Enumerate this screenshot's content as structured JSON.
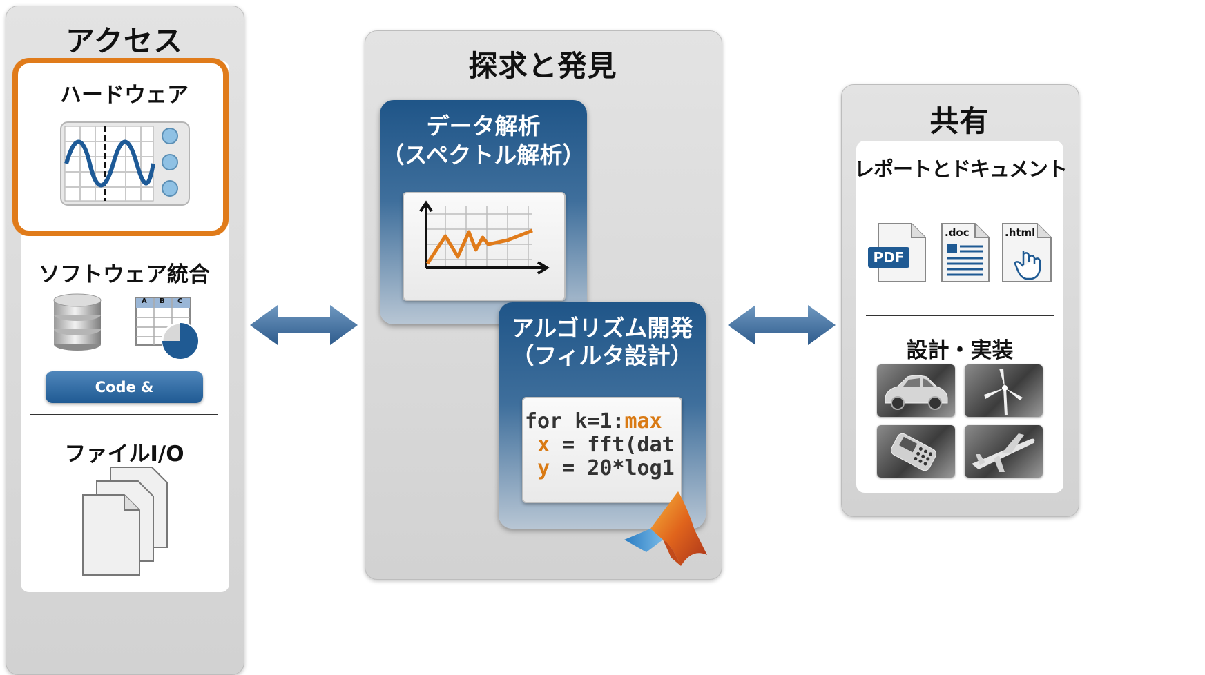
{
  "access": {
    "title": "アクセス",
    "hardware": "ハードウェア",
    "software": "ソフトウェア統合",
    "table_headers": [
      "A",
      "B",
      "C"
    ],
    "code_button": "Code & Applications",
    "file_io": "ファイルI/O"
  },
  "explore": {
    "title": "探求と発見",
    "data_analysis": [
      "データ解析",
      "（スペクトル解析）"
    ],
    "algorithm": [
      "アルゴリズム開発",
      "（フィルタ設計）"
    ],
    "code_lines": [
      {
        "pre": "for k=1:",
        "kw": "max",
        "post": ""
      },
      {
        "pre": " ",
        "kw": "x",
        "post": " = fft(dat"
      },
      {
        "pre": " ",
        "kw": "y",
        "post": " = 20*log1"
      }
    ]
  },
  "share": {
    "title": "共有",
    "reports": "レポートとドキュメント",
    "files": [
      ".doc",
      ".html"
    ],
    "pdf_label": "PDF",
    "design": "設計・実装",
    "thumbs": [
      "car-icon",
      "wind-turbine-icon",
      "mobile-phone-icon",
      "airplane-icon"
    ]
  },
  "colors": {
    "accent_orange": "#e07b1a",
    "arrow_blue": "#3f6c9a",
    "box_blue": "#1f5588"
  }
}
